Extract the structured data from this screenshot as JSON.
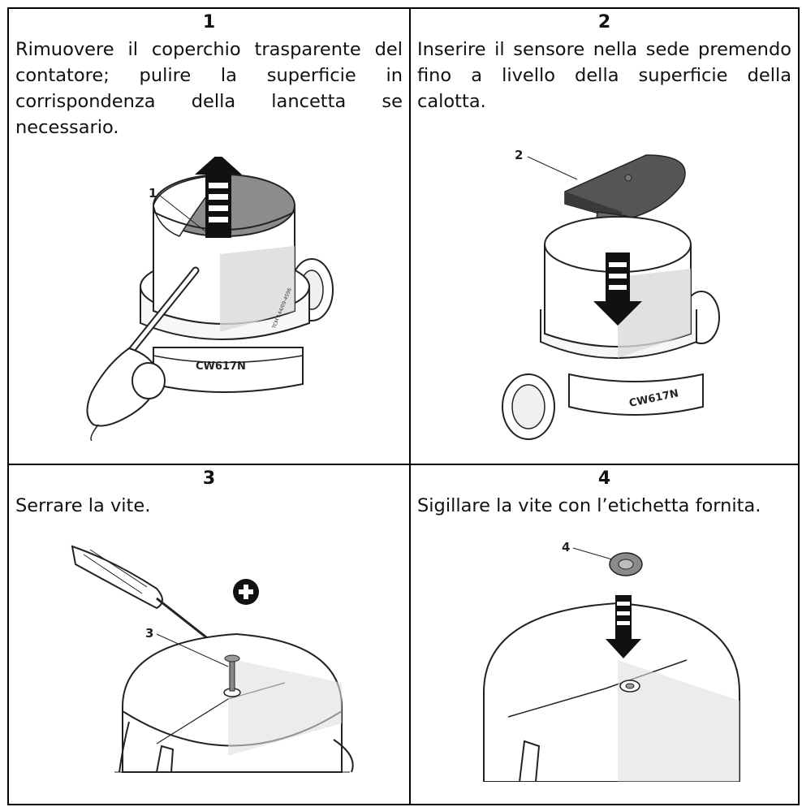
{
  "steps": [
    {
      "number": "1",
      "text": "Rimuovere il coperchio trasparente del contatore; pulire la superficie in corrispondenza della lancetta se necessario.",
      "callout": "1"
    },
    {
      "number": "2",
      "text": "Inserire il sensore nella sede premendo fino a livello della superficie della calotta.",
      "callout": "2"
    },
    {
      "number": "3",
      "text": "Serrare la vite.",
      "callout": "3"
    },
    {
      "number": "4",
      "text": "Sigillare la vite con l’etichetta fornita.",
      "callout": "4"
    }
  ],
  "meter_marking": "CW617N",
  "meter_small_text": "TCM 144/09-4596"
}
